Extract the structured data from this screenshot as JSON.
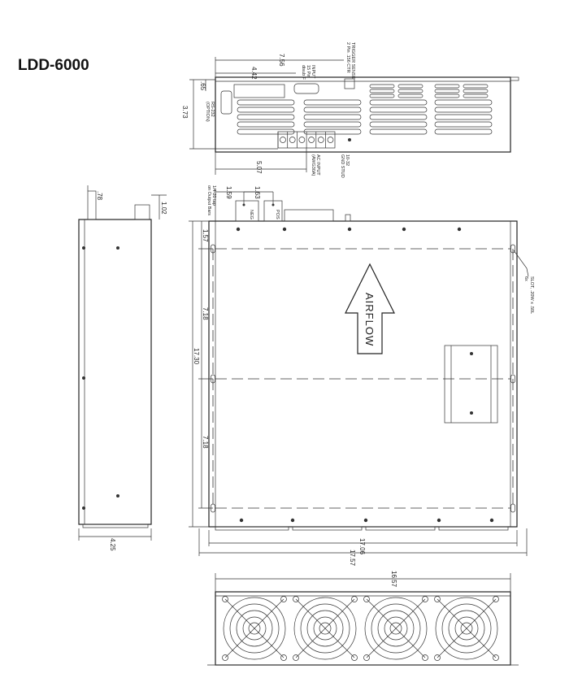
{
  "title": "LDD-6000",
  "top_view": {
    "dims": {
      "overall_width": "7.56",
      "connector_offset": "4.42",
      "terminal_offset": "5.07",
      "height": "3.73",
      "bracket_offset": ".65"
    },
    "notes": {
      "trigger": "TRIGGER SENSE",
      "trigger_sub": "2 Pin .156 CTR",
      "input_conn": "INPUT",
      "input_conn_sub1": "15 Pin",
      "input_conn_sub2": "disub F",
      "rs232": "RS-232",
      "rs232_sub": "(OPTION)",
      "ac_input": "AC INPUT",
      "ac_input_sub": "(AWG30A)",
      "gnd": "10-32",
      "gnd_sub": "GND STUD"
    }
  },
  "side_view": {
    "dims": {
      "bar_height": ".78",
      "top_height": "1.02",
      "depth": "4.25"
    }
  },
  "plan_view": {
    "dims": {
      "neg_offset": "1.59",
      "pos_offset": "1.63",
      "first_slot": "1.57",
      "slot_pitch_1": "7.18",
      "slot_pitch_2": "7.18",
      "overall_length": "17.30",
      "inner_width": "17.06",
      "overall_width": "17.57"
    },
    "notes": {
      "tap": "1/4-20 tap",
      "tap_sub": "on Output Bars",
      "neg": "NEG",
      "pos": "POS",
      "slot": "SLOT, .20W x .50L",
      "slot_qty": "6x",
      "airflow": "AIRFLOW"
    }
  },
  "front_view": {
    "dims": {
      "width": "16.57"
    },
    "fan_count": 4
  }
}
